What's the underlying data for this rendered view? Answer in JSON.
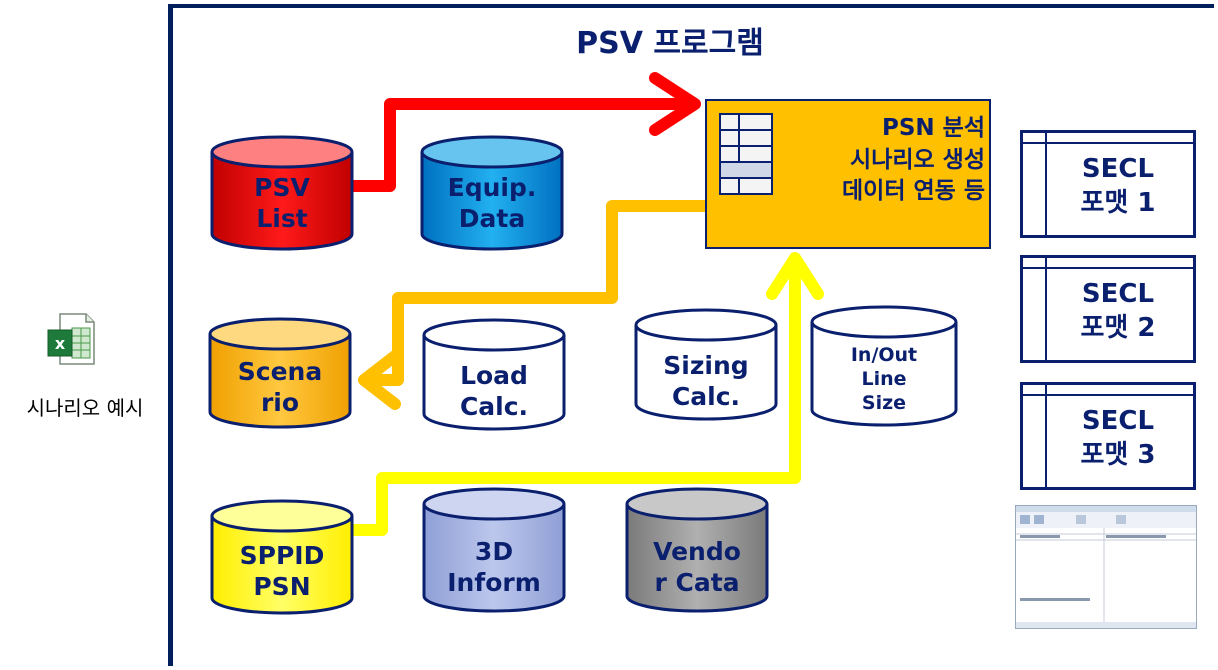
{
  "title": "PSV 프로그램",
  "left_label": "시나리오 예시",
  "process_box": {
    "text": "PSN 분석\n시나리오 생성\n데이터 연동 등"
  },
  "databases": [
    {
      "label": "PSV\nList",
      "color": "#ff0000"
    },
    {
      "label": "Equip.\nData",
      "color": "#0099dd"
    },
    {
      "label": "Scena\nrio",
      "color": "#ffb400"
    },
    {
      "label": "Load\nCalc.",
      "color": "#ffffff"
    },
    {
      "label": "Sizing\nCalc.",
      "color": "#ffffff"
    },
    {
      "label": "In/Out\nLine\nSize",
      "color": "#ffffff"
    },
    {
      "label": "SPPID\nPSN",
      "color": "#ffff00"
    },
    {
      "label": "3D\nInform",
      "color": "#a6b4e0"
    },
    {
      "label": "Vendo\nr Cata",
      "color": "#9a9a9a"
    }
  ],
  "secl_forms": [
    {
      "label": "SECL\n포맷 1"
    },
    {
      "label": "SECL\n포맷 2"
    },
    {
      "label": "SECL\n포맷 3"
    }
  ],
  "arrows": [
    {
      "from": "PSV List",
      "to": "process_box",
      "color": "#ff0000"
    },
    {
      "from": "process_box",
      "to": "Scenario",
      "color": "#ffc000"
    },
    {
      "from": "SPPID PSN",
      "to": "process_box",
      "color": "#ffff00"
    }
  ],
  "icons": [
    "excel-icon",
    "table-grid-icon",
    "screenshot-thumbnail"
  ]
}
